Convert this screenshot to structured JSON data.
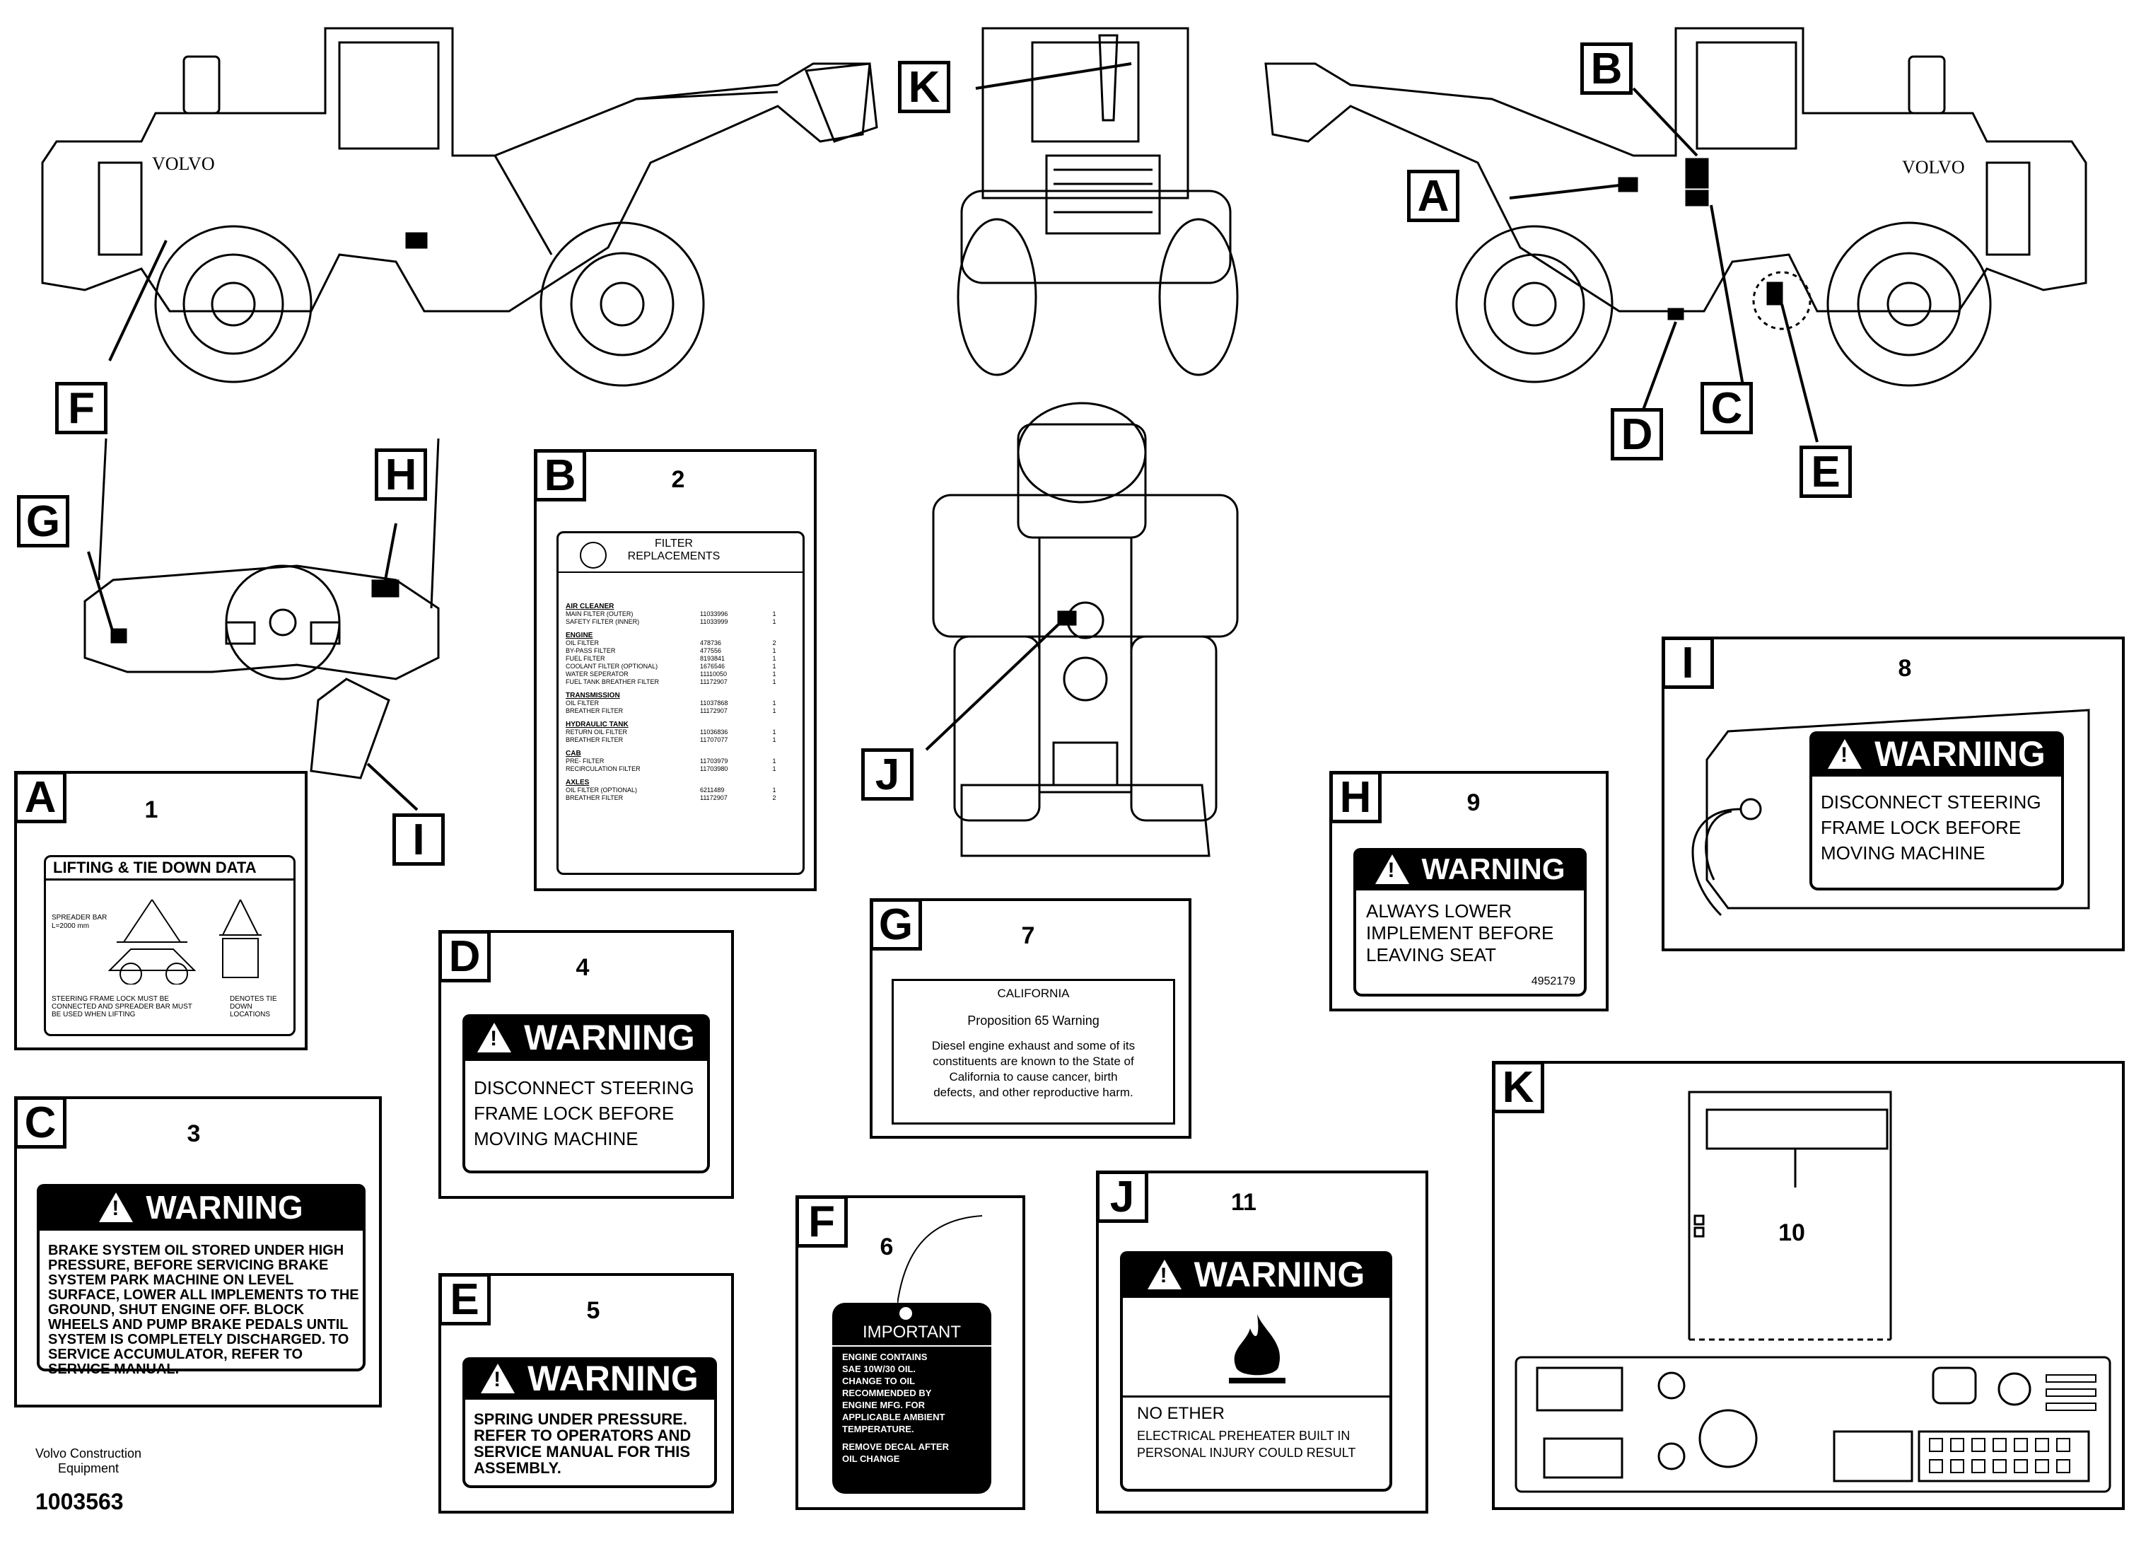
{
  "callouts": [
    "A",
    "B",
    "C",
    "D",
    "E",
    "F",
    "G",
    "H",
    "I",
    "J",
    "K"
  ],
  "panels": {
    "A": {
      "letter": "A",
      "num": "1",
      "title": "LIFTING & TIE DOWN DATA",
      "spreader": "SPREADER BAR",
      "spreader_len": "L=2000 mm",
      "note_left": "STEERING FRAME LOCK MUST BE CONNECTED AND SPREADER BAR MUST BE USED WHEN LIFTING",
      "note_right": "DENOTES TIE DOWN LOCATIONS"
    },
    "B": {
      "letter": "B",
      "num": "2",
      "title": "FILTER REPLACEMENTS",
      "groups": [
        {
          "name": "AIR CLEANER",
          "rows": [
            [
              "MAIN FILTER (OUTER)",
              "11033996",
              "1"
            ],
            [
              "SAFETY FILTER (INNER)",
              "11033999",
              "1"
            ]
          ]
        },
        {
          "name": "ENGINE",
          "rows": [
            [
              "OIL FILTER",
              "478736",
              "2"
            ],
            [
              "BY-PASS FILTER",
              "477556",
              "1"
            ],
            [
              "FUEL FILTER",
              "8193841",
              "1"
            ],
            [
              "COOLANT FILTER (OPTIONAL)",
              "1676546",
              "1"
            ],
            [
              "WATER SEPERATOR",
              "11110050",
              "1"
            ],
            [
              "FUEL TANK BREATHER FILTER",
              "11172907",
              "1"
            ]
          ]
        },
        {
          "name": "TRANSMISSION",
          "rows": [
            [
              "OIL FILTER",
              "11037868",
              "1"
            ],
            [
              "BREATHER FILTER",
              "11172907",
              "1"
            ]
          ]
        },
        {
          "name": "HYDRAULIC TANK",
          "rows": [
            [
              "RETURN OIL FILTER",
              "11036836",
              "1"
            ],
            [
              "BREATHER FILTER",
              "11707077",
              "1"
            ]
          ]
        },
        {
          "name": "CAB",
          "rows": [
            [
              "PRE- FILTER",
              "11703979",
              "1"
            ],
            [
              "RECIRCULATION FILTER",
              "11703980",
              "1"
            ]
          ]
        },
        {
          "name": "AXLES",
          "rows": [
            [
              "OIL FILTER (OPTIONAL)",
              "6211489",
              "1"
            ],
            [
              "BREATHER FILTER",
              "11172907",
              "2"
            ]
          ]
        }
      ]
    },
    "C": {
      "letter": "C",
      "num": "3",
      "head": "WARNING",
      "body": "BRAKE SYSTEM OIL STORED UNDER HIGH PRESSURE, BEFORE SERVICING BRAKE SYSTEM PARK MACHINE ON LEVEL SURFACE, LOWER ALL IMPLEMENTS TO THE GROUND, SHUT ENGINE OFF. BLOCK WHEELS AND PUMP BRAKE PEDALS UNTIL SYSTEM IS COMPLETELY DISCHARGED. TO SERVICE ACCUMULATOR, REFER TO SERVICE MANUAL."
    },
    "D": {
      "letter": "D",
      "num": "4",
      "head": "WARNING",
      "body": [
        "DISCONNECT STEERING",
        "FRAME LOCK BEFORE",
        "MOVING MACHINE"
      ]
    },
    "E": {
      "letter": "E",
      "num": "5",
      "head": "WARNING",
      "body": [
        "SPRING UNDER PRESSURE.",
        "REFER TO OPERATORS AND",
        "SERVICE MANUAL FOR THIS",
        "ASSEMBLY."
      ]
    },
    "F": {
      "letter": "F",
      "num": "6",
      "head": "IMPORTANT",
      "body": [
        "ENGINE CONTAINS",
        "SAE 10W/30 OIL.",
        "CHANGE TO OIL",
        "RECOMMENDED BY",
        "ENGINE MFG. FOR",
        "APPLICABLE AMBIENT",
        "TEMPERATURE.",
        "",
        "REMOVE DECAL AFTER",
        "OIL CHANGE"
      ]
    },
    "G": {
      "letter": "G",
      "num": "7",
      "title": "CALIFORNIA",
      "subtitle": "Proposition 65 Warning",
      "body": [
        "Diesel engine exhaust and some of its",
        "constituents are known to the State of",
        "California to cause cancer, birth",
        "defects, and other reproductive harm."
      ]
    },
    "H": {
      "letter": "H",
      "num": "9",
      "head": "WARNING",
      "body": [
        "ALWAYS LOWER",
        "IMPLEMENT BEFORE",
        "LEAVING SEAT"
      ],
      "code": "4952179"
    },
    "I": {
      "letter": "I",
      "num": "8",
      "head": "WARNING",
      "body": [
        "DISCONNECT STEERING",
        "FRAME LOCK BEFORE",
        "MOVING MACHINE"
      ]
    },
    "J": {
      "letter": "J",
      "num": "11",
      "head": "WARNING",
      "body": [
        "NO ETHER",
        "ELECTRICAL PREHEATER BUILT IN",
        "PERSONAL INJURY COULD RESULT"
      ]
    },
    "K": {
      "letter": "K",
      "num": "10"
    }
  },
  "brand": "VOLVO",
  "footer": {
    "line1": "Volvo Construction",
    "line2": "Equipment",
    "code": "1003563"
  }
}
